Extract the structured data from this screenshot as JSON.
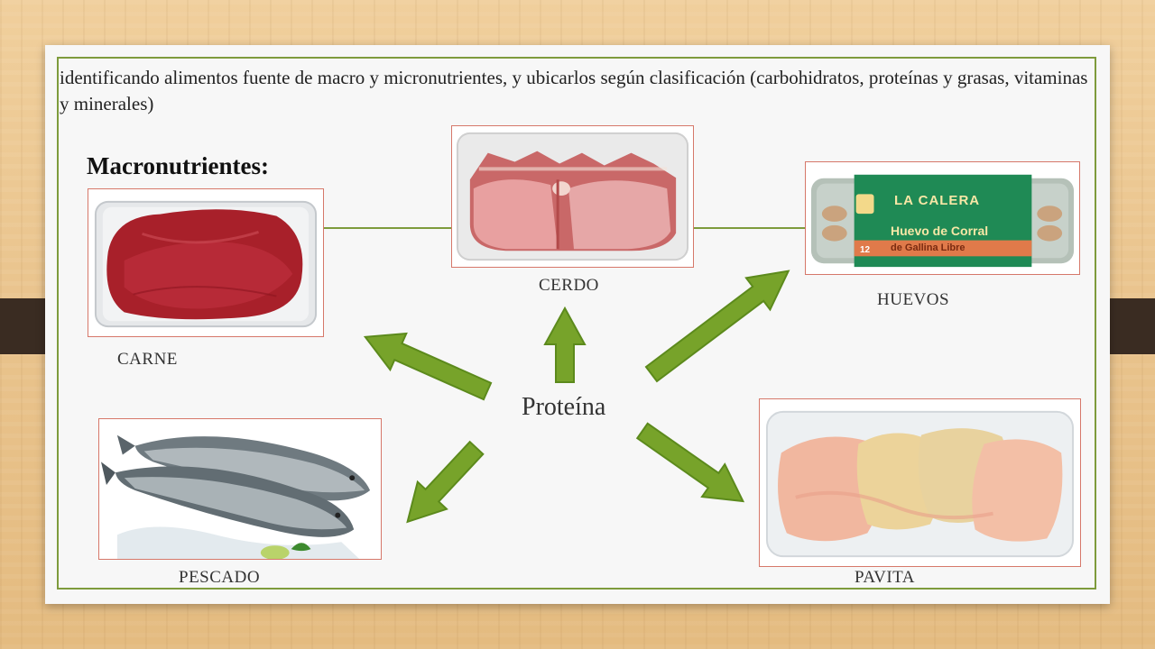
{
  "intro_text": "identificando alimentos fuente de macro y micronutrientes, y ubicarlos según clasificación (carbohidratos, proteínas y grasas, vitaminas y minerales)",
  "heading": "Macronutrientes:",
  "center_label": "Proteína",
  "foods": {
    "carne": {
      "label": "CARNE"
    },
    "cerdo": {
      "label": "CERDO"
    },
    "huevos": {
      "label": "HUEVOS",
      "package_brand": "LA CALERA",
      "package_title": "Huevo de Corral",
      "package_subtitle": "de Gallina Libre",
      "package_count": "12"
    },
    "pescado": {
      "label": "PESCADO"
    },
    "pavita": {
      "label": "PAVITA"
    }
  },
  "colors": {
    "accent_green": "#7e9b3c",
    "arrow_green": "#77a32a",
    "photo_border": "#d6786a"
  }
}
